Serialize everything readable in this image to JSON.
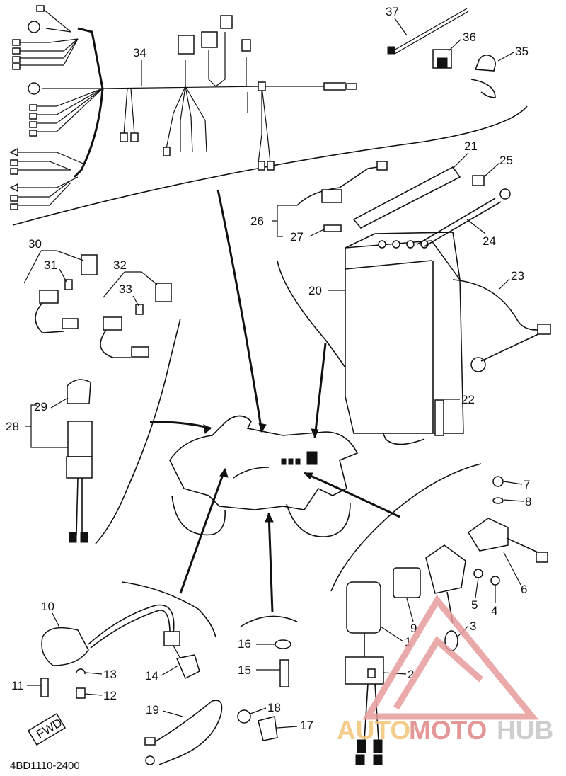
{
  "diagram": {
    "part_labels": {
      "p1": "1",
      "p2": "2",
      "p3": "3",
      "p4": "4",
      "p5": "5",
      "p6": "6",
      "p7": "7",
      "p8": "8",
      "p9": "9",
      "p10": "10",
      "p11": "11",
      "p12": "12",
      "p13": "13",
      "p14": "14",
      "p15": "15",
      "p16": "16",
      "p17": "17",
      "p18": "18",
      "p19": "19",
      "p20": "20",
      "p21": "21",
      "p22": "22",
      "p23": "23",
      "p24": "24",
      "p25": "25",
      "p26": "26",
      "p27": "27",
      "p28": "28",
      "p29": "29",
      "p30": "30",
      "p31": "31",
      "p32": "32",
      "p33": "33",
      "p34": "34",
      "p35": "35",
      "p36": "36",
      "p37": "37"
    },
    "fwd_label": "FWD",
    "drawing_code": "4BD1110-2400",
    "watermark": {
      "part1": "AUTO",
      "part2": "MOTO",
      "part3": "HUB"
    }
  }
}
